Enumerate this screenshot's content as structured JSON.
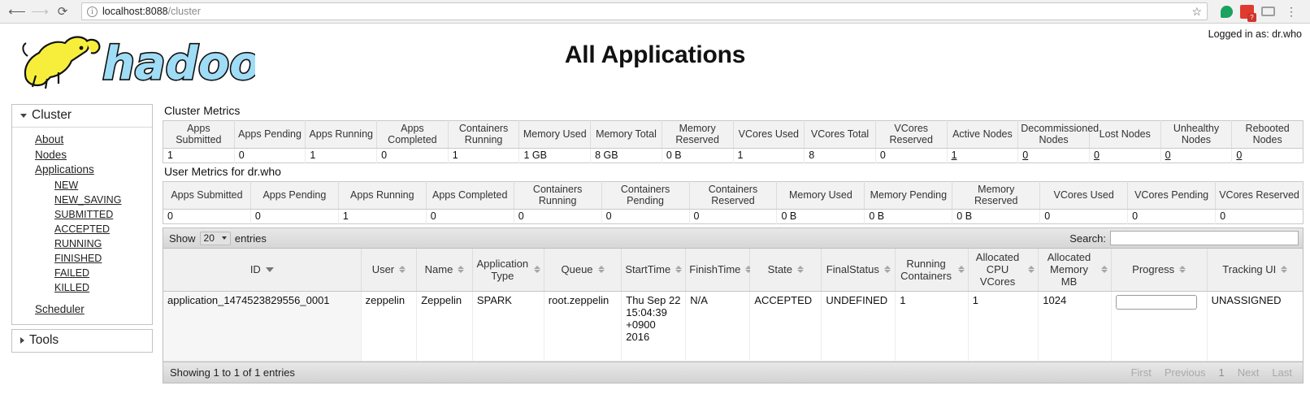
{
  "browser": {
    "back_icon": "back-arrow-icon",
    "forward_icon": "forward-arrow-icon",
    "reload_icon": "reload-icon",
    "url_host": "localhost:8088",
    "url_path": "/cluster",
    "url_full": "localhost:8088/cluster",
    "bookmark_icon": "star-icon",
    "menu_icon": "kebab-menu-icon"
  },
  "header": {
    "logged_in": "Logged in as: dr.who",
    "title": "All Applications",
    "logo_text": "hadoop"
  },
  "sidebar": {
    "cluster": {
      "label": "Cluster",
      "expanded": true,
      "items": [
        {
          "label": "About"
        },
        {
          "label": "Nodes"
        },
        {
          "label": "Applications"
        }
      ],
      "app_states": [
        {
          "label": "NEW"
        },
        {
          "label": "NEW_SAVING"
        },
        {
          "label": "SUBMITTED"
        },
        {
          "label": "ACCEPTED"
        },
        {
          "label": "RUNNING"
        },
        {
          "label": "FINISHED"
        },
        {
          "label": "FAILED"
        },
        {
          "label": "KILLED"
        }
      ],
      "scheduler": {
        "label": "Scheduler"
      }
    },
    "tools": {
      "label": "Tools",
      "expanded": false
    }
  },
  "cluster_metrics": {
    "section_label": "Cluster Metrics",
    "headers": [
      "Apps Submitted",
      "Apps Pending",
      "Apps Running",
      "Apps Completed",
      "Containers Running",
      "Memory Used",
      "Memory Total",
      "Memory Reserved",
      "VCores Used",
      "VCores Total",
      "VCores Reserved",
      "Active Nodes",
      "Decommissioned Nodes",
      "Lost Nodes",
      "Unhealthy Nodes",
      "Rebooted Nodes"
    ],
    "values": [
      "1",
      "0",
      "1",
      "0",
      "1",
      "1 GB",
      "8 GB",
      "0 B",
      "1",
      "8",
      "0",
      "1",
      "0",
      "0",
      "0",
      "0"
    ],
    "link_flags": [
      false,
      false,
      false,
      false,
      false,
      false,
      false,
      false,
      false,
      false,
      false,
      true,
      true,
      true,
      true,
      true
    ]
  },
  "user_metrics": {
    "section_label": "User Metrics for dr.who",
    "headers": [
      "Apps Submitted",
      "Apps Pending",
      "Apps Running",
      "Apps Completed",
      "Containers Running",
      "Containers Pending",
      "Containers Reserved",
      "Memory Used",
      "Memory Pending",
      "Memory Reserved",
      "VCores Used",
      "VCores Pending",
      "VCores Reserved"
    ],
    "values": [
      "0",
      "0",
      "1",
      "0",
      "0",
      "0",
      "0",
      "0 B",
      "0 B",
      "0 B",
      "0",
      "0",
      "0"
    ]
  },
  "datatable": {
    "show_label": "Show",
    "length_value": "20",
    "entries_label": "entries",
    "search_label": "Search:",
    "search_value": "",
    "search_placeholder": "",
    "columns": [
      {
        "label": "ID",
        "sorted": true
      },
      {
        "label": "User",
        "sorted": false
      },
      {
        "label": "Name",
        "sorted": false
      },
      {
        "label": "Application Type",
        "sorted": false
      },
      {
        "label": "Queue",
        "sorted": false
      },
      {
        "label": "StartTime",
        "sorted": false
      },
      {
        "label": "FinishTime",
        "sorted": false
      },
      {
        "label": "State",
        "sorted": false
      },
      {
        "label": "FinalStatus",
        "sorted": false
      },
      {
        "label": "Running Containers",
        "sorted": false
      },
      {
        "label": "Allocated CPU VCores",
        "sorted": false
      },
      {
        "label": "Allocated Memory MB",
        "sorted": false
      },
      {
        "label": "Progress",
        "sorted": false
      },
      {
        "label": "Tracking UI",
        "sorted": false
      }
    ],
    "rows": [
      {
        "id": "application_1474523829556_0001",
        "user": "zeppelin",
        "name": "Zeppelin",
        "app_type": "SPARK",
        "queue": "root.zeppelin",
        "start_time": "Thu Sep 22 15:04:39 +0900 2016",
        "finish_time": "N/A",
        "state": "ACCEPTED",
        "final_status": "UNDEFINED",
        "running_containers": "1",
        "allocated_cpu_vcores": "1",
        "allocated_memory_mb": "1024",
        "progress_percent": 0,
        "tracking_ui": "UNASSIGNED"
      }
    ],
    "info": "Showing 1 to 1 of 1 entries",
    "pagination": {
      "first": "First",
      "previous": "Previous",
      "page": "1",
      "next": "Next",
      "last": "Last"
    }
  }
}
